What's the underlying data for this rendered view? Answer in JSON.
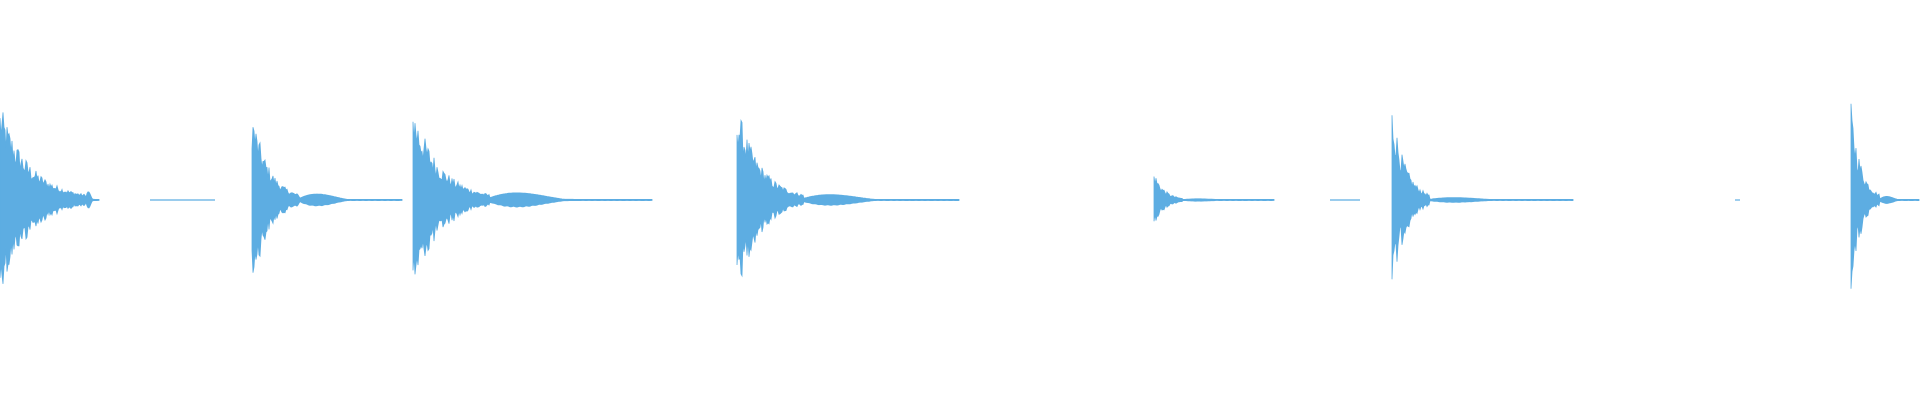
{
  "waveform": {
    "color": "#5DADE2",
    "background": "#FFFFFF",
    "bursts": [
      {
        "name": "burst-1",
        "attack": 0.0,
        "peak": 1.0,
        "decay": 0.045,
        "tail_amp": 0.14,
        "tail_end": 0.052
      },
      {
        "name": "burst-2",
        "attack": 0.131,
        "peak": 0.95,
        "decay": 0.025,
        "tail_amp": 0.1,
        "tail_end": 0.21
      },
      {
        "name": "burst-3",
        "attack": 0.215,
        "peak": 1.0,
        "decay": 0.04,
        "tail_amp": 0.12,
        "tail_end": 0.34
      },
      {
        "name": "burst-4",
        "attack": 0.384,
        "peak": 1.0,
        "decay": 0.035,
        "tail_amp": 0.09,
        "tail_end": 0.5
      },
      {
        "name": "burst-5",
        "attack": 0.601,
        "peak": 0.3,
        "decay": 0.015,
        "tail_amp": 0.02,
        "tail_end": 0.664
      },
      {
        "name": "burst-6",
        "attack": 0.725,
        "peak": 1.0,
        "decay": 0.02,
        "tail_amp": 0.04,
        "tail_end": 0.82
      },
      {
        "name": "burst-7",
        "attack": 0.964,
        "peak": 1.0,
        "decay": 0.015,
        "tail_amp": 0.06,
        "tail_end": 1.0
      }
    ]
  }
}
